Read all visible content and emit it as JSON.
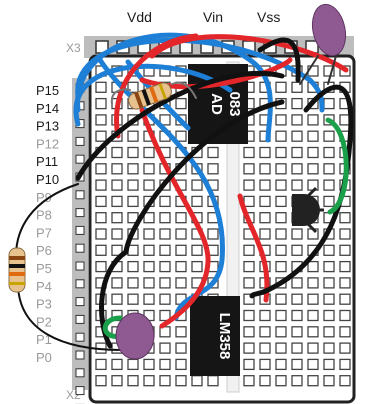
{
  "header": {
    "vdd": "Vdd",
    "vin": "Vin",
    "vss": "Vss",
    "x3": "X3",
    "x2": "X2"
  },
  "pins": [
    {
      "label": "P15",
      "dim": false
    },
    {
      "label": "P14",
      "dim": false
    },
    {
      "label": "P13",
      "dim": false
    },
    {
      "label": "P12",
      "dim": true
    },
    {
      "label": "P11",
      "dim": false
    },
    {
      "label": "P10",
      "dim": false
    },
    {
      "label": "P9",
      "dim": true
    },
    {
      "label": "P8",
      "dim": true
    },
    {
      "label": "P7",
      "dim": true
    },
    {
      "label": "P6",
      "dim": true
    },
    {
      "label": "P5",
      "dim": true
    },
    {
      "label": "P4",
      "dim": true
    },
    {
      "label": "P3",
      "dim": true
    },
    {
      "label": "P2",
      "dim": true
    },
    {
      "label": "P1",
      "dim": true
    },
    {
      "label": "P0",
      "dim": true
    }
  ],
  "chips": {
    "adc_top": "AD",
    "adc_bottom": "083",
    "opamp": "LM358"
  },
  "colors": {
    "wire_blue": "#1e7fd6",
    "wire_red": "#e3262a",
    "wire_black": "#111111",
    "wire_green": "#1aa04a",
    "capacitor": "#8e5a91",
    "chip": "#151515"
  }
}
